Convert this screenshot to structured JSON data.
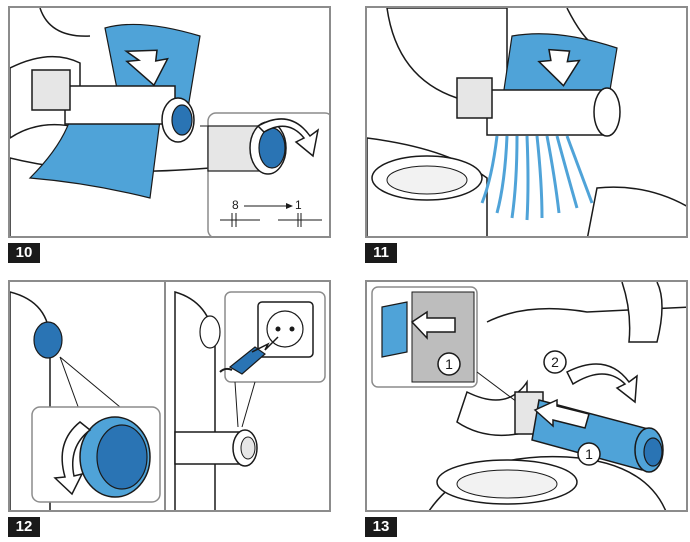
{
  "figures": [
    {
      "number": "10",
      "scale_text": {
        "from": "8",
        "to": "1"
      }
    },
    {
      "number": "11"
    },
    {
      "number": "12"
    },
    {
      "number": "13",
      "callouts": [
        "1",
        "2",
        "1"
      ]
    }
  ],
  "colors": {
    "accent_blue": "#4fa3d8",
    "dark_blue": "#2a74b4",
    "line": "#1a1a1a",
    "gray_fill": "#d9d9d9",
    "frame": "#8c8c8c"
  },
  "icons": [
    "arrow-icon",
    "rotate-arrow-icon",
    "socket-icon",
    "plug-icon",
    "numbered-callout-icon"
  ]
}
